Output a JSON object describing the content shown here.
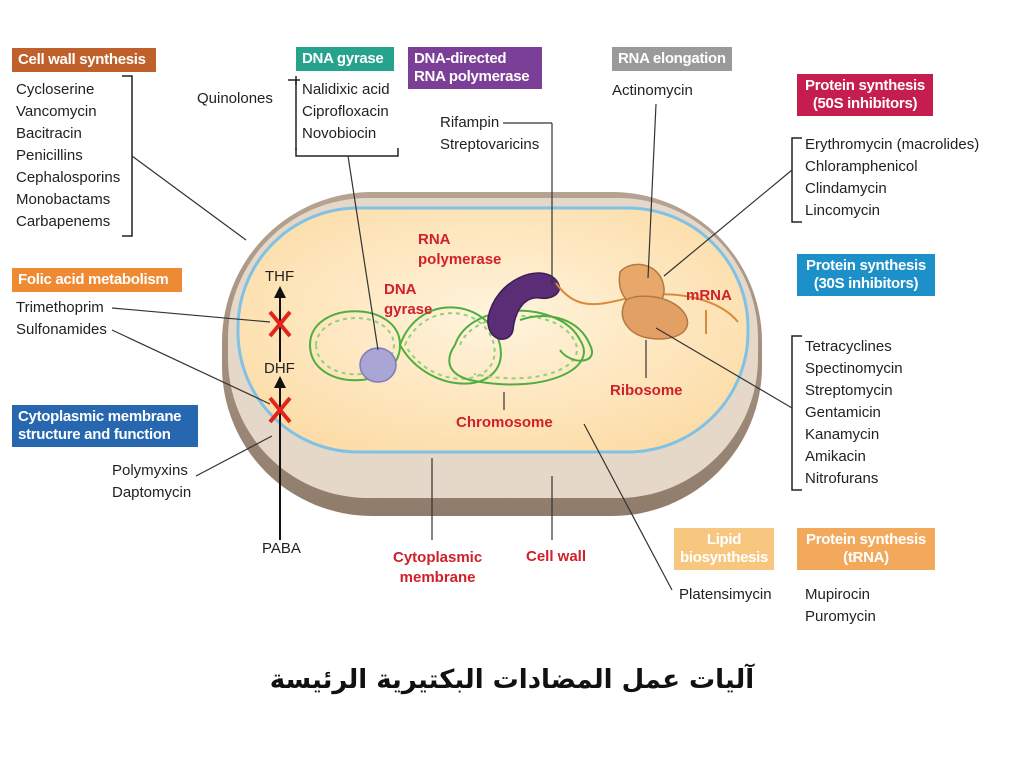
{
  "colors": {
    "cell_wall_box": "#c0612b",
    "dna_gyrase_box": "#26a38d",
    "rna_poly_box": "#7b3f98",
    "rna_elong_box": "#9a9a9a",
    "protein50_box": "#c51d4d",
    "protein30_box": "#1d8fc9",
    "folic_box": "#ef8a34",
    "membrane_box": "#2767b0",
    "lipid_box": "#f7c780",
    "trna_box": "#f3a95c",
    "label_red": "#d0202a"
  },
  "categories": {
    "cell_wall": {
      "title": "Cell wall synthesis",
      "drugs": [
        "Cycloserine",
        "Vancomycin",
        "Bacitracin",
        "Penicillins",
        "Cephalosporins",
        "Monobactams",
        "Carbapenems"
      ]
    },
    "dna_gyrase": {
      "title": "DNA gyrase",
      "group": "Quinolones",
      "drugs": [
        "Nalidixic acid",
        "Ciprofloxacin",
        "Novobiocin"
      ]
    },
    "rna_polymerase": {
      "title_line1": "DNA-directed",
      "title_line2": "RNA polymerase",
      "drugs": [
        "Rifampin",
        "Streptovaricins"
      ]
    },
    "rna_elongation": {
      "title": "RNA elongation",
      "drugs": [
        "Actinomycin"
      ]
    },
    "protein50s": {
      "title_line1": "Protein synthesis",
      "title_line2": "(50S inhibitors)",
      "drugs": [
        "Erythromycin (macrolides)",
        "Chloramphenicol",
        "Clindamycin",
        "Lincomycin"
      ]
    },
    "protein30s": {
      "title_line1": "Protein synthesis",
      "title_line2": "(30S inhibitors)",
      "drugs": [
        "Tetracyclines",
        "Spectinomycin",
        "Streptomycin",
        "Gentamicin",
        "Kanamycin",
        "Amikacin",
        "Nitrofurans"
      ]
    },
    "folic": {
      "title": "Folic acid metabolism",
      "drugs": [
        "Trimethoprim",
        "Sulfonamides"
      ]
    },
    "membrane": {
      "title_line1": "Cytoplasmic membrane",
      "title_line2": "structure and function",
      "drugs": [
        "Polymyxins",
        "Daptomycin"
      ]
    },
    "lipid": {
      "title_line1": "Lipid",
      "title_line2": "biosynthesis",
      "drugs": [
        "Platensimycin"
      ]
    },
    "trna": {
      "title_line1": "Protein synthesis",
      "title_line2": "(tRNA)",
      "drugs": [
        "Mupirocin",
        "Puromycin"
      ]
    }
  },
  "cell_labels": {
    "thf": "THF",
    "dhf": "DHF",
    "paba": "PABA",
    "rna_polymerase_line1": "RNA",
    "rna_polymerase_line2": "polymerase",
    "dna_gyrase_line1": "DNA",
    "dna_gyrase_line2": "gyrase",
    "mrna": "mRNA",
    "ribosome": "Ribosome",
    "chromosome": "Chromosome",
    "cyto_membrane_line1": "Cytoplasmic",
    "cyto_membrane_line2": "membrane",
    "cell_wall": "Cell wall"
  },
  "caption": "آليات عمل المضادات البكتيرية الرئيسة"
}
